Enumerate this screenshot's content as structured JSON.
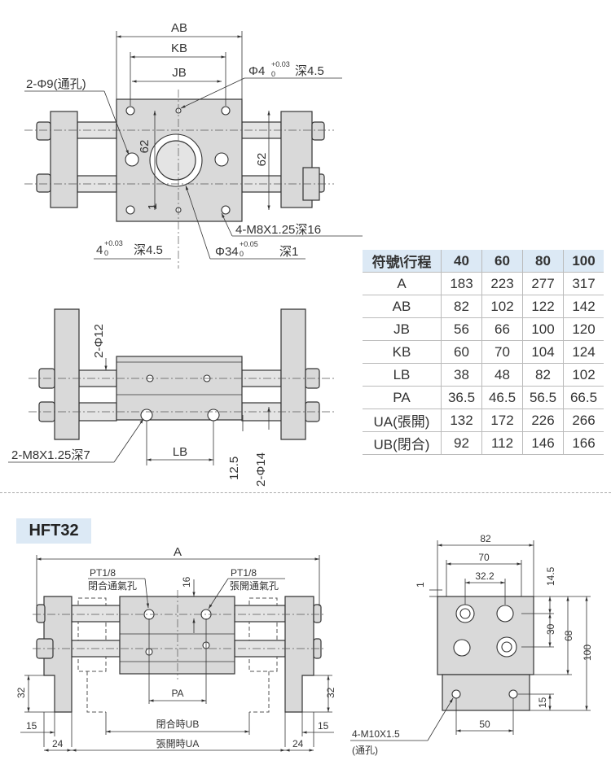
{
  "top_view": {
    "dim_ab": "AB",
    "dim_kb": "KB",
    "dim_jb": "JB",
    "through_hole": "2-Φ9(通孔)",
    "pin_hole_top": {
      "main": "Φ4",
      "upper_tol": "+0.03",
      "lower_tol": "0",
      "depth": "深4.5"
    },
    "dim_62_left": "62",
    "dim_62_right": "62",
    "tap_holes": "4-M8X1.25深16",
    "bore": {
      "main": "Φ34",
      "upper_tol": "+0.05",
      "lower_tol": "0",
      "depth": "深1"
    },
    "pin_hole_bottom": {
      "main": "4",
      "upper_tol": "+0.03",
      "lower_tol": "0",
      "depth": "深4.5"
    },
    "dim_1": "1"
  },
  "side_view": {
    "rod_dia_12": "2-Φ12",
    "tap_holes": "2-M8X1.25深7",
    "dim_lb": "LB",
    "dim_12_5": "12.5",
    "rod_dia_14": "2-Φ14"
  },
  "table": {
    "header": [
      "符號\\行程",
      "40",
      "60",
      "80",
      "100"
    ],
    "rows": [
      [
        "A",
        "183",
        "223",
        "277",
        "317"
      ],
      [
        "AB",
        "82",
        "102",
        "122",
        "142"
      ],
      [
        "JB",
        "56",
        "66",
        "100",
        "120"
      ],
      [
        "KB",
        "60",
        "70",
        "104",
        "124"
      ],
      [
        "LB",
        "38",
        "48",
        "82",
        "102"
      ],
      [
        "PA",
        "36.5",
        "46.5",
        "56.5",
        "66.5"
      ],
      [
        "UA(張開)",
        "132",
        "172",
        "226",
        "266"
      ],
      [
        "UB(閉合)",
        "92",
        "112",
        "146",
        "166"
      ]
    ]
  },
  "model": "HFT32",
  "front_view": {
    "dim_a": "A",
    "port_left_size": "PT1/8",
    "port_left_label": "閉合通氣孔",
    "port_right_size": "PT1/8",
    "port_right_label": "張開通氣孔",
    "dim_16": "16",
    "dim_pa": "PA",
    "dim_32_left": "32",
    "dim_32_right": "32",
    "dim_15_left": "15",
    "dim_15_right": "15",
    "dim_24_left": "24",
    "dim_24_right": "24",
    "dim_ub": "閉合時UB",
    "dim_ua": "張開時UA"
  },
  "end_view": {
    "dim_82": "82",
    "dim_70": "70",
    "dim_32_2": "32.2",
    "dim_1": "1",
    "dim_14_5": "14.5",
    "dim_30": "30",
    "dim_68": "68",
    "dim_100": "100",
    "dim_15": "15",
    "dim_50": "50",
    "tap_holes": "4-M10X1.5",
    "through": "(通孔)"
  }
}
